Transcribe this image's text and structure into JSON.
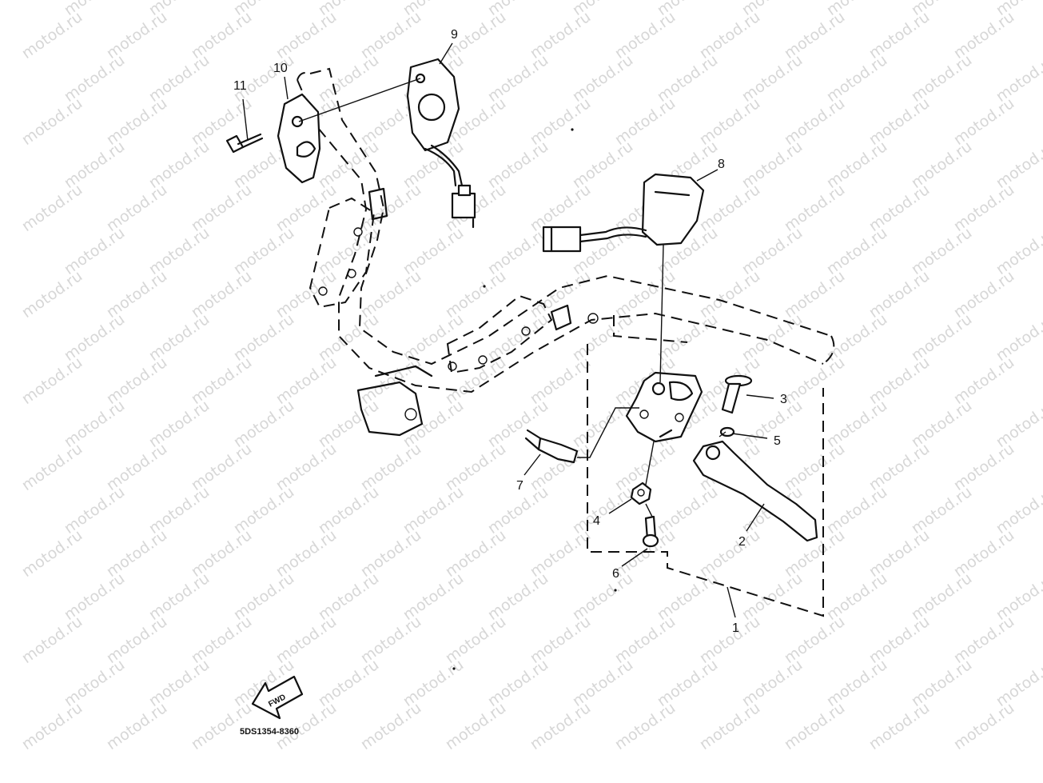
{
  "watermark": {
    "text": "motod.ru"
  },
  "callouts": {
    "c1": "1",
    "c2": "2",
    "c3": "3",
    "c4": "4",
    "c5": "5",
    "c6": "6",
    "c7": "7",
    "c8": "8",
    "c9": "9",
    "c10": "10",
    "c11": "11"
  },
  "arrow_label": "FWD",
  "part_number": "5DS1354-8360"
}
